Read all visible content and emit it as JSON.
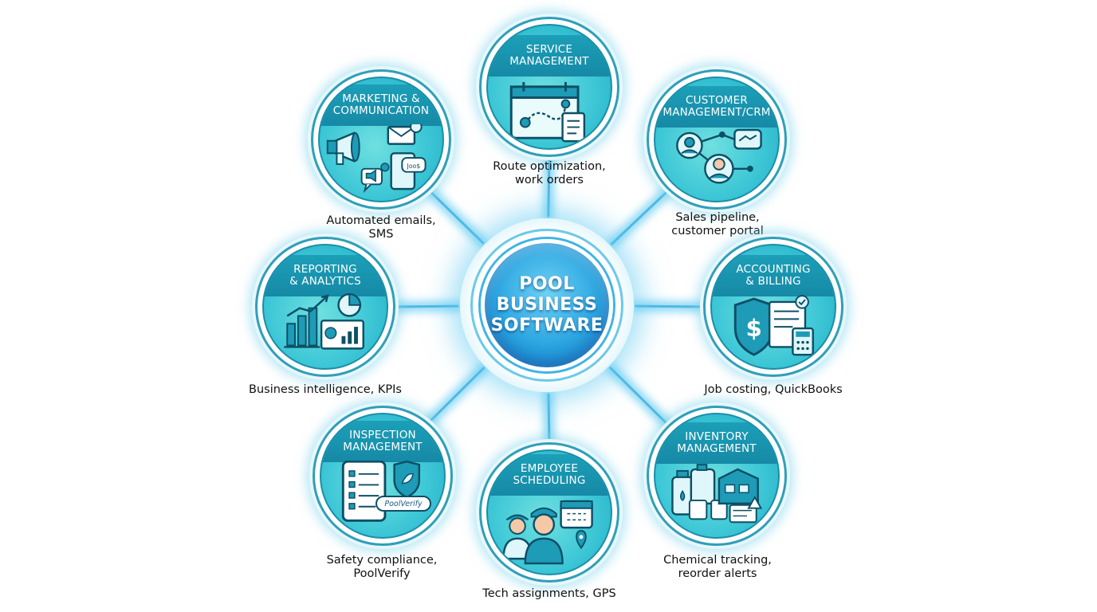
{
  "center": {
    "title_line1": "POOL",
    "title_line2": "BUSINESS",
    "title_line3": "SOFTWARE"
  },
  "nodes": [
    {
      "key": "service",
      "title_line1": "SERVICE",
      "title_line2": "MANAGEMENT",
      "caption_line1": "Route optimization,",
      "caption_line2": "work orders",
      "icon": "calendar-route-icon"
    },
    {
      "key": "crm",
      "title_line1": "CUSTOMER",
      "title_line2": "MANAGEMENT/CRM",
      "caption_line1": "Sales pipeline,",
      "caption_line2": "customer portal",
      "icon": "people-network-icon"
    },
    {
      "key": "accounting",
      "title_line1": "ACCOUNTING",
      "title_line2": "& BILLING",
      "caption_line1": "Job costing, QuickBooks",
      "caption_line2": "",
      "icon": "dollar-shield-icon"
    },
    {
      "key": "inventory",
      "title_line1": "INVENTORY",
      "title_line2": "MANAGEMENT",
      "caption_line1": "Chemical tracking,",
      "caption_line2": "reorder alerts",
      "icon": "chemical-bottles-icon"
    },
    {
      "key": "scheduling",
      "title_line1": "EMPLOYEE",
      "title_line2": "SCHEDULING",
      "caption_line1": "Tech assignments, GPS",
      "caption_line2": "",
      "icon": "technicians-icon"
    },
    {
      "key": "inspection",
      "title_line1": "INSPECTION",
      "title_line2": "MANAGEMENT",
      "caption_line1": "Safety compliance,",
      "caption_line2": "PoolVerify",
      "icon": "checklist-tablet-icon",
      "badge": "PoolVerify"
    },
    {
      "key": "reporting",
      "title_line1": "REPORTING",
      "title_line2": "& ANALYTICS",
      "caption_line1": "Business intelligence, KPIs",
      "caption_line2": "",
      "icon": "bar-chart-icon"
    },
    {
      "key": "marketing",
      "title_line1": "MARKETING &",
      "title_line2": "COMMUNICATION",
      "caption_line1": "Automated emails,",
      "caption_line2": "SMS",
      "icon": "megaphone-icon",
      "bubble_text": "Joo$"
    }
  ],
  "colors": {
    "teal": "#3cc6d6",
    "band": "#1a95b0",
    "hub": "#2aa4e0",
    "glow": "#7ad3f2"
  }
}
